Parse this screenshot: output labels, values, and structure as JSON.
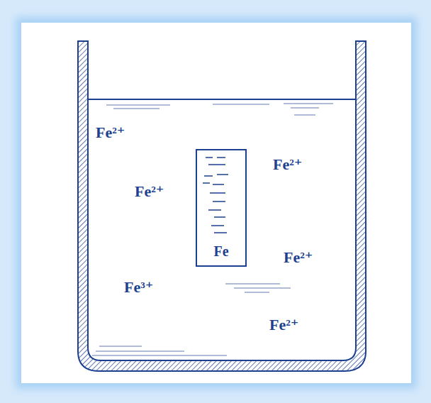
{
  "diagram": {
    "nodes": [
      {
        "text": [
          "Fe"
        ]
      }
    ],
    "labels": [
      "Fe²⁺",
      "Fe²⁺",
      "Fe²⁺",
      "Fe²⁺",
      "Fe³⁺",
      "Fe²⁺"
    ]
  }
}
